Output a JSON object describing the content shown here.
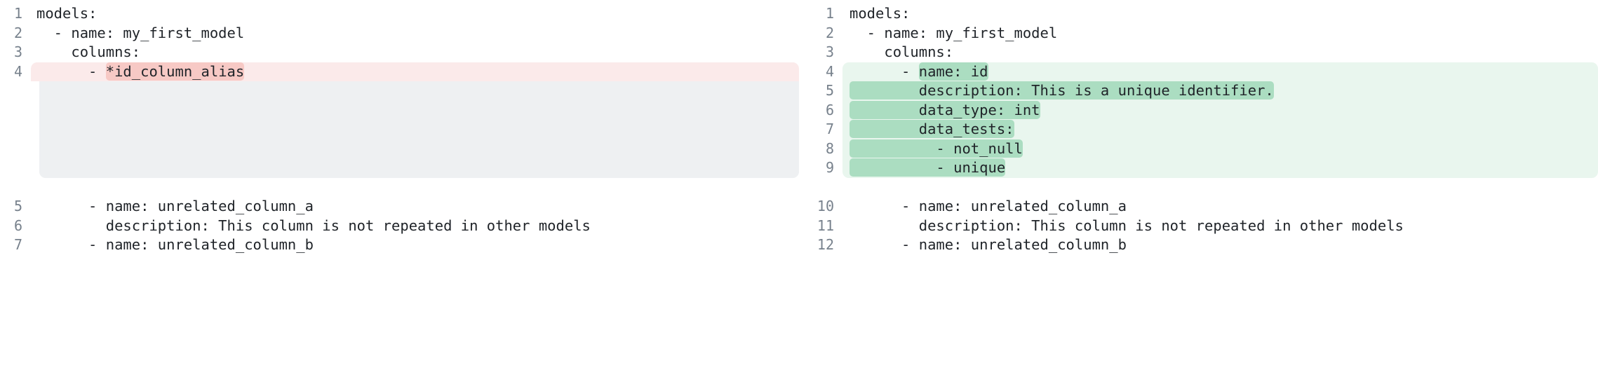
{
  "view": {
    "type": "side-by-side-diff",
    "language": "yaml",
    "colors": {
      "page_background": "#ffffff",
      "deletion_row": "#fbeaea",
      "deletion_word": "#f7c9c5",
      "addition_row": "#e9f6ee",
      "addition_word": "#abddc1",
      "filler_block": "#eef0f2",
      "line_number": "#77818c",
      "code_text": "#1f2328"
    }
  },
  "panes": {
    "left": {
      "name": "before",
      "lines": [
        {
          "number": "1",
          "kind": "context",
          "prefix": "models:",
          "highlight": "",
          "suffix": ""
        },
        {
          "number": "2",
          "kind": "context",
          "prefix": "  - name: my_first_model",
          "highlight": "",
          "suffix": ""
        },
        {
          "number": "3",
          "kind": "context",
          "prefix": "    columns:",
          "highlight": "",
          "suffix": ""
        },
        {
          "number": "4",
          "kind": "deletion",
          "prefix": "      - ",
          "highlight": "*id_column_alias",
          "suffix": ""
        },
        {
          "number": "5",
          "kind": "context",
          "prefix": "      - name: unrelated_column_a",
          "highlight": "",
          "suffix": ""
        },
        {
          "number": "6",
          "kind": "context",
          "prefix": "        description: This column is not repeated in other models",
          "highlight": "",
          "suffix": ""
        },
        {
          "number": "7",
          "kind": "context",
          "prefix": "      - name: unrelated_column_b",
          "highlight": "",
          "suffix": ""
        }
      ]
    },
    "right": {
      "name": "after",
      "lines": [
        {
          "number": "1",
          "kind": "context",
          "prefix": "models:",
          "highlight": "",
          "suffix": ""
        },
        {
          "number": "2",
          "kind": "context",
          "prefix": "  - name: my_first_model",
          "highlight": "",
          "suffix": ""
        },
        {
          "number": "3",
          "kind": "context",
          "prefix": "    columns:",
          "highlight": "",
          "suffix": ""
        },
        {
          "number": "4",
          "kind": "addition",
          "prefix": "      - ",
          "highlight": "name: id",
          "suffix": ""
        },
        {
          "number": "5",
          "kind": "addition",
          "prefix": "",
          "highlight": "        description: This is a unique identifier.",
          "suffix": ""
        },
        {
          "number": "6",
          "kind": "addition",
          "prefix": "",
          "highlight": "        data_type: int",
          "suffix": ""
        },
        {
          "number": "7",
          "kind": "addition",
          "prefix": "",
          "highlight": "        data_tests:",
          "suffix": ""
        },
        {
          "number": "8",
          "kind": "addition",
          "prefix": "",
          "highlight": "          - not_null",
          "suffix": ""
        },
        {
          "number": "9",
          "kind": "addition",
          "prefix": "",
          "highlight": "          - unique",
          "suffix": ""
        },
        {
          "number": "10",
          "kind": "context",
          "prefix": "      - name: unrelated_column_a",
          "highlight": "",
          "suffix": ""
        },
        {
          "number": "11",
          "kind": "context",
          "prefix": "        description: This column is not repeated in other models",
          "highlight": "",
          "suffix": ""
        },
        {
          "number": "12",
          "kind": "context",
          "prefix": "      - name: unrelated_column_b",
          "highlight": "",
          "suffix": ""
        }
      ]
    }
  }
}
